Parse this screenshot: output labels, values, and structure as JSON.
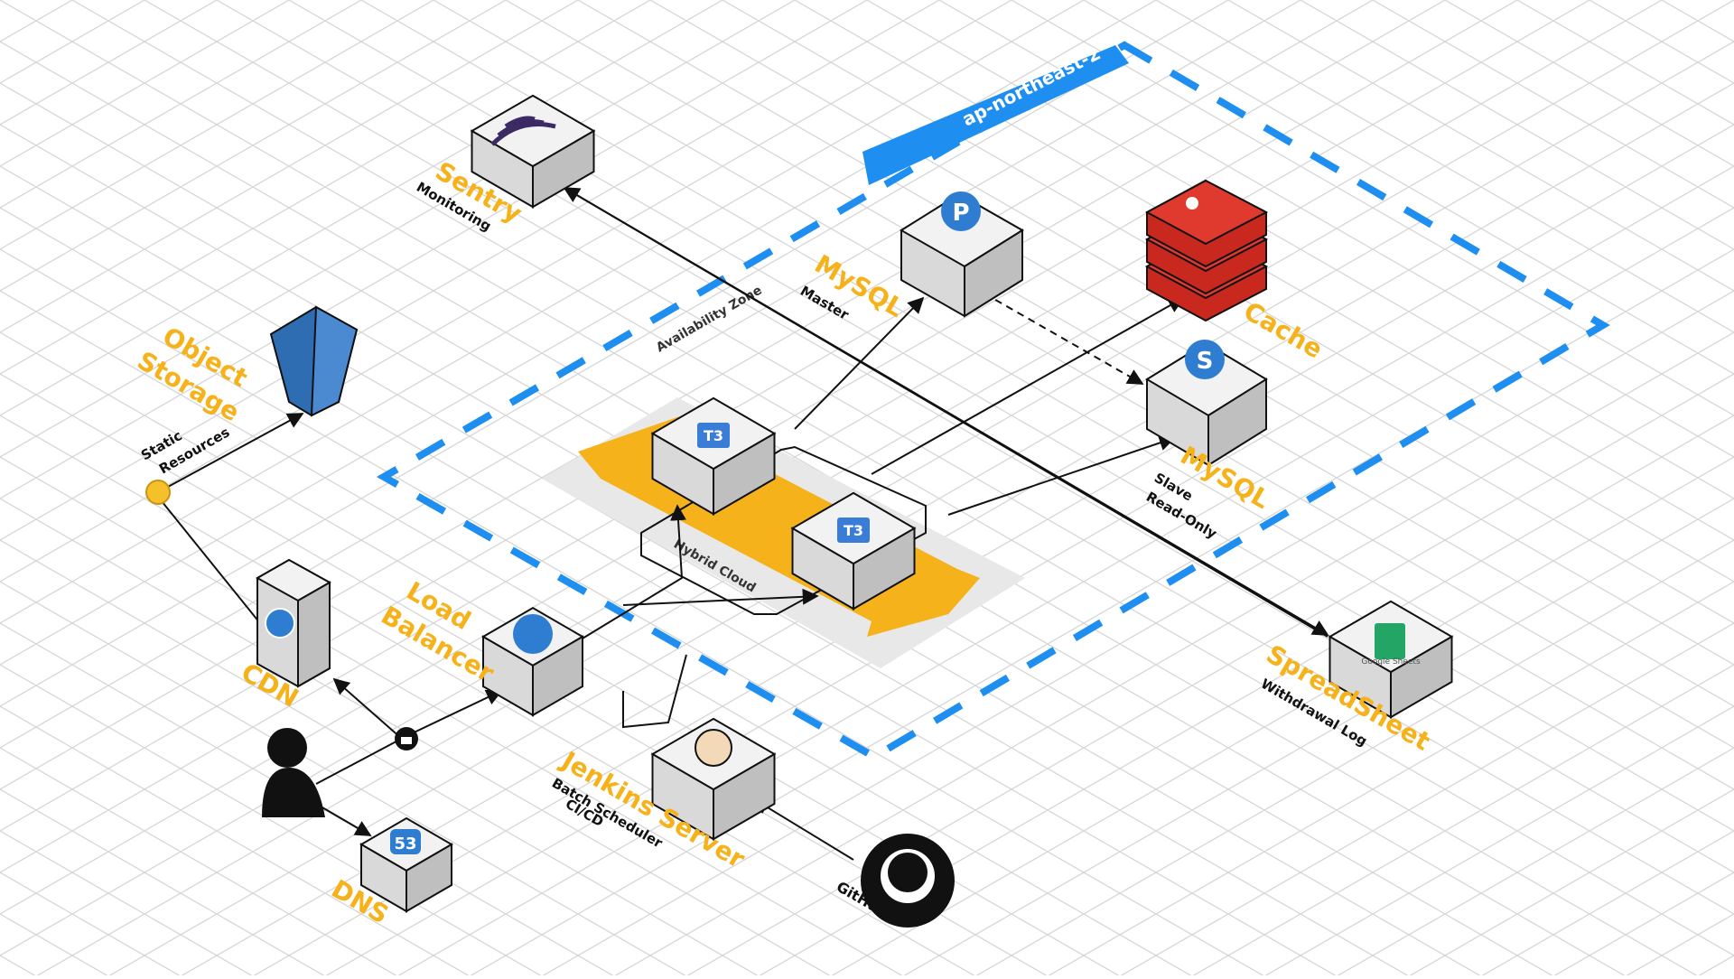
{
  "region": {
    "label": "ap-northeast-2",
    "color": "#1e8ff0"
  },
  "availability_zone": {
    "label": "Availability Zone"
  },
  "hybrid_cloud": {
    "label": "Hybrid Cloud"
  },
  "accent_color": "#f6b21a",
  "services": {
    "sentry": {
      "title": "Sentry",
      "subtitle": "Monitoring"
    },
    "object_storage": {
      "title_line1": "Object",
      "title_line2": "Storage"
    },
    "static_resources": {
      "line1": "Static",
      "line2": "Resources"
    },
    "cdn": {
      "title": "CDN"
    },
    "load_balancer": {
      "title_line1": "Load",
      "title_line2": "Balancer"
    },
    "dns": {
      "title": "DNS",
      "badge": "53"
    },
    "jenkins": {
      "title": "Jenkins Server",
      "subtitle1": "Batch Scheduler",
      "subtitle2": "CI/CD"
    },
    "github": {
      "title": "GitHub"
    },
    "mysql_master": {
      "title": "MySQL",
      "subtitle": "Master",
      "badge": "P"
    },
    "mysql_slave": {
      "title": "MySQL",
      "subtitle1": "Slave",
      "subtitle2": "Read-Only",
      "badge": "S"
    },
    "cache": {
      "title": "Cache"
    },
    "spreadsheet": {
      "title": "SpreadSheet",
      "subtitle": "Withdrawal Log",
      "badge": "Google Sheets"
    },
    "t3_a": {
      "badge": "T3"
    },
    "t3_b": {
      "badge": "T3"
    }
  }
}
